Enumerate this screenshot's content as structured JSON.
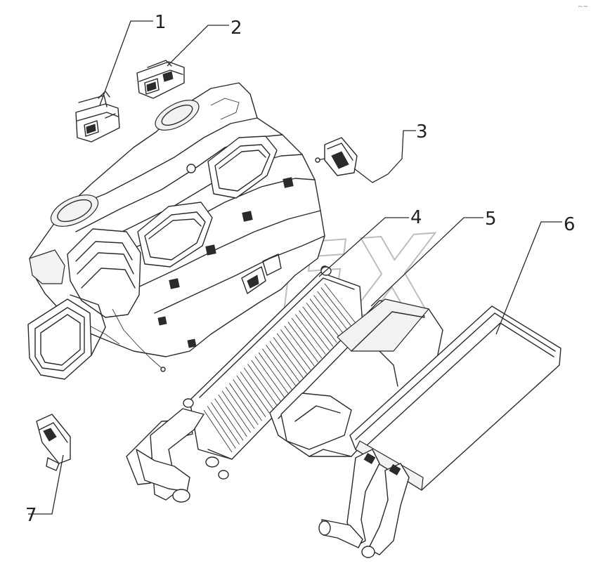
{
  "diagram": {
    "callouts": [
      "1",
      "2",
      "3",
      "4",
      "5",
      "6",
      "7"
    ],
    "watermark": "OPEX",
    "corner_mark": "~~"
  }
}
